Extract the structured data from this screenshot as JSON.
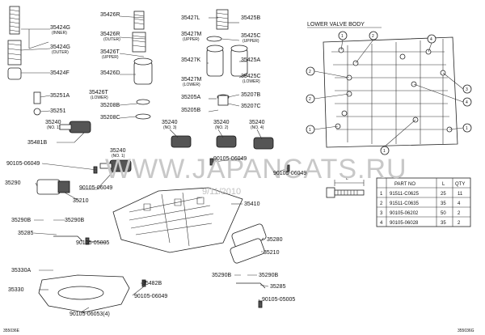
{
  "watermark": {
    "site": "WWW.JAPANCATS.RU",
    "date": "9/11/2010"
  },
  "inset": {
    "title": "LOWER VALVE BODY",
    "callouts": [
      "1",
      "2",
      "4",
      "2",
      "2",
      "1",
      "3",
      "4",
      "1",
      "1"
    ]
  },
  "labels": {
    "p35424g_1": "35424G",
    "p35424g_2": "35424G",
    "inner_paren": "(INNER)",
    "outer_paren": "(OUTER)",
    "upper_paren": "(UPPER)",
    "lower_paren": "(LOWER)",
    "p35424f": "35424F",
    "p35251a": "35251A",
    "p35251": "35251",
    "p35426r_1": "35426R",
    "p35426r_2": "35426R",
    "p35426t": "35426T",
    "p35426d": "35426D",
    "p35208b": "35208B",
    "p35208c": "35208C",
    "p35427l": "35427L",
    "p35425b": "35425B",
    "p35427m": "35427M",
    "p35425c": "35425C",
    "p35427k": "35427K",
    "p35425a": "35425A",
    "p35205a": "35205A",
    "p35207b": "35207B",
    "p35205b": "35205B",
    "p35207c": "35207C",
    "p35240": "35240",
    "no1": "(NO. 1)",
    "no2": "(NO. 2)",
    "no3": "(NO. 3)",
    "no4": "(NO. 4)",
    "p35481b": "35481B",
    "p90105_06049": "90105-06049",
    "p35290": "35290",
    "p35210": "35210",
    "p35410": "35410",
    "p35290b": "35290B",
    "p35285": "35285",
    "p90105_05005": "90105-05005",
    "p35330a": "35330A",
    "p35330": "35330",
    "p35482b": "35482B",
    "p90105_06053_4": "90105-06053(4)",
    "p35280": "35280"
  },
  "bolt_table": {
    "length_symbol": "L",
    "headers": [
      "",
      "PART NO",
      "L",
      "QTY"
    ],
    "rows": [
      {
        "idx": "1",
        "part": "91511-C0625",
        "len": "25",
        "qty": "11"
      },
      {
        "idx": "2",
        "part": "91511-C0635",
        "len": "35",
        "qty": "4"
      },
      {
        "idx": "3",
        "part": "90105-06202",
        "len": "50",
        "qty": "2"
      },
      {
        "idx": "4",
        "part": "90105-06028",
        "len": "35",
        "qty": "2"
      }
    ]
  },
  "footer": {
    "left": "355036E",
    "right": "355036G"
  }
}
